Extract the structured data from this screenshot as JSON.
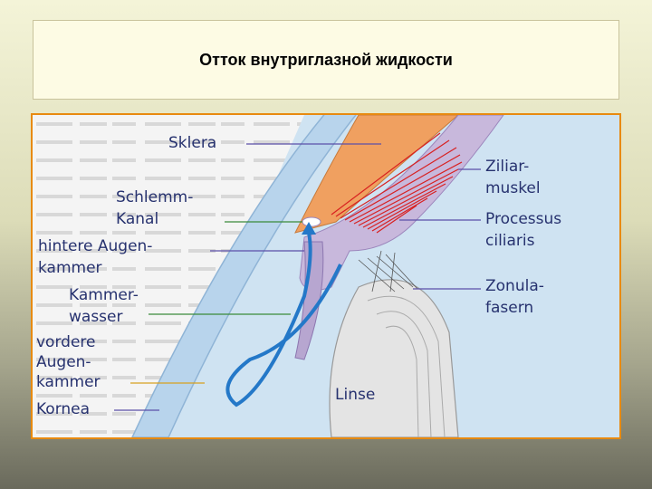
{
  "slide": {
    "title": "Отток внутриглазной жидкости"
  },
  "figure": {
    "labels": {
      "sklera": "Sklera",
      "schlemm_1": "Schlemm-",
      "schlemm_2": "Kanal",
      "hintere_1": "hintere Augen-",
      "hintere_2": "kammer",
      "kammer_1": "Kammer-",
      "kammer_2": "wasser",
      "vordere_1": "vordere",
      "vordere_2": "Augen-",
      "vordere_3": "kammer",
      "kornea": "Kornea",
      "ziliar_1": "Ziliar-",
      "ziliar_2": "muskel",
      "processus_1": "Processus",
      "processus_2": "ciliaris",
      "zonula_1": "Zonula-",
      "zonula_2": "fasern",
      "linse": "Linse"
    },
    "colors": {
      "sclera": "#f0a060",
      "ciliary": "#c8b8dc",
      "cornea": "#b8d4ec",
      "lens": "#e4e4e4",
      "muscle": "#d82020",
      "flow_arrow": "#2478c8",
      "label_text": "#27326f"
    }
  }
}
